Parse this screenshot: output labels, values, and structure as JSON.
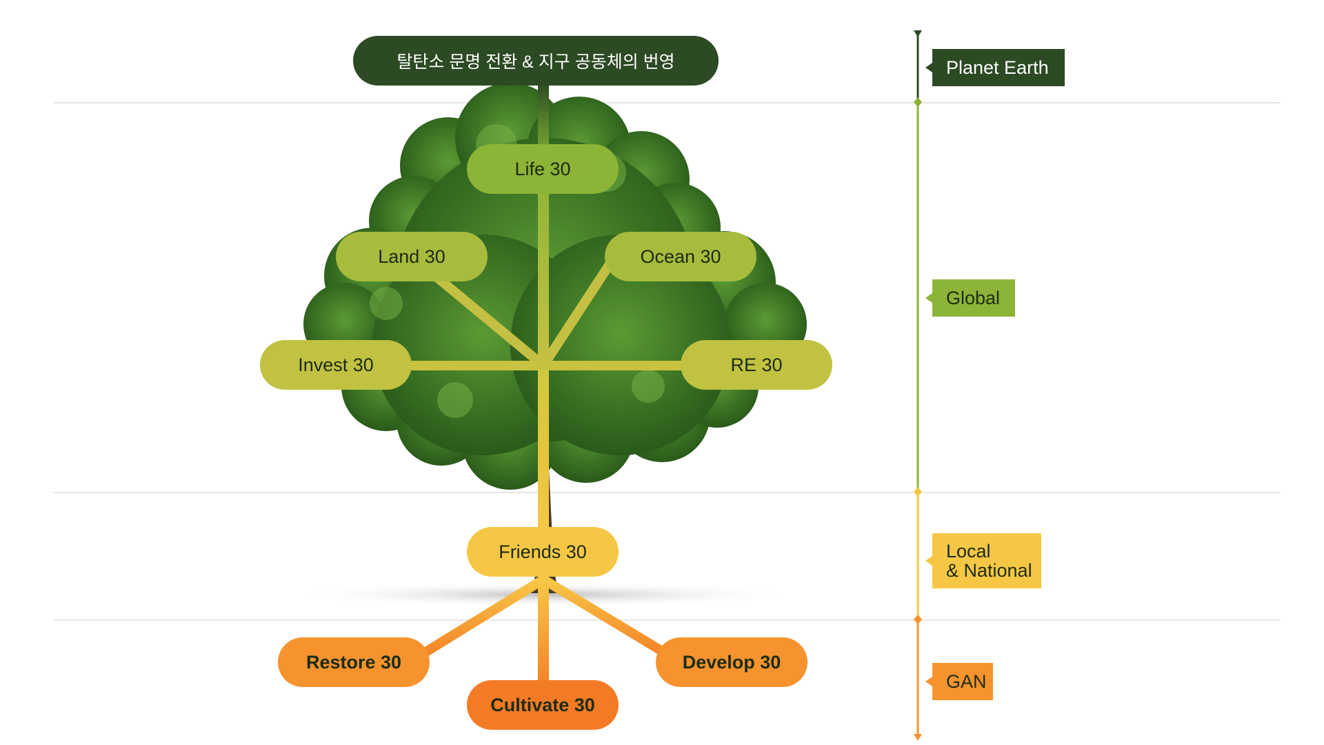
{
  "colors": {
    "dark_green": "#2c4a24",
    "green": "#8cb437",
    "olive": "#c1c242",
    "yellow": "#f6c745",
    "orange": "#f6932e",
    "deep_orange": "#f47b25",
    "foliage": "#3f7d25"
  },
  "diagram": {
    "root": "탈탄소 문명 전환 & 지구 공동체의 번영",
    "nodes": {
      "life": "Life 30",
      "land": "Land 30",
      "ocean": "Ocean 30",
      "invest": "Invest 30",
      "re": "RE 30",
      "friends": "Friends 30",
      "restore": "Restore 30",
      "cultivate": "Cultivate 30",
      "develop": "Develop 30"
    }
  },
  "scale": {
    "planet_earth": "Planet Earth",
    "global": "Global",
    "local_line1": "Local",
    "local_line2": "& National",
    "gan": "GAN"
  }
}
